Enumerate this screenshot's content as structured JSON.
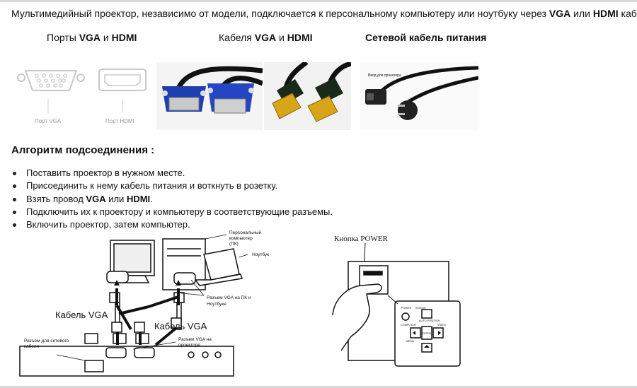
{
  "intro": {
    "before": "Мультимедийный проектор, независимо от модели, подключается к персональному компьютеру или ноутбуку через ",
    "vga": "VGA",
    "or": " или ",
    "hdmi": "HDMI",
    "after": " кабель."
  },
  "columns": {
    "ports": {
      "before": "Порты ",
      "vga": "VGA",
      "and": " и ",
      "hdmi": "HDMI"
    },
    "cables": {
      "before": "Кабеля ",
      "vga": "VGA",
      "and": " и ",
      "hdmi": "HDMI"
    },
    "power": {
      "label": "Сетевой кабель питания"
    }
  },
  "images": {
    "vga_port_caption": "Порт VGA",
    "hdmi_port_caption": "Порт HDMI",
    "power_plug_tag": "Ввод для проектора"
  },
  "algorithm": {
    "heading": "Алгоритм подсоединения :",
    "steps": [
      {
        "text": "Поставить проектор в нужном месте."
      },
      {
        "text": "Присоединить к нему кабель питания и воткнуть в розетку."
      },
      {
        "before": "Взять  провод ",
        "vga": "VGA",
        "or": " или ",
        "hdmi": "HDMI",
        "after": "."
      },
      {
        "text": "Подключить их к проектору и компьютеру в соответствующие разъемы."
      },
      {
        "text": "Включить проектор, затем компьютер."
      }
    ]
  },
  "diagram": {
    "pc_label": [
      "Персональный",
      "компьютер",
      "(ПК)"
    ],
    "laptop_label": "Ноутбук",
    "vga_socket_label": [
      "Разъем VGA на ПК и",
      "Ноутбуке"
    ],
    "cable_vga_left": "Кабель VGA",
    "cable_vga_right": "Кабель VGA",
    "projector_vga_label": [
      "Разъем VGA на",
      "проекторе"
    ],
    "power_socket_label": [
      "Разъем для сетевого",
      "кабеля"
    ]
  },
  "power_panel": {
    "title": "Кнопка POWER",
    "labels": [
      "POWER",
      "STATUS",
      "AUTO POSITION",
      "COMPUTER",
      "MENU",
      "ENTER",
      "VIDEO"
    ]
  }
}
